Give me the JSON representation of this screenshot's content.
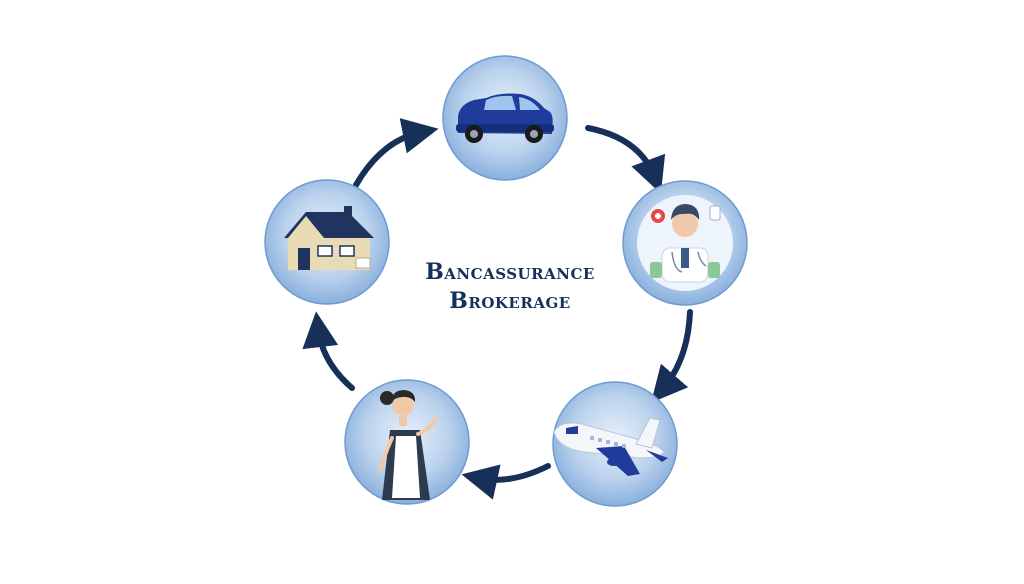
{
  "diagram": {
    "title_line1": "Bancassurance",
    "title_line2": "Brokerage",
    "nodes": [
      {
        "id": "car",
        "icon": "car-icon"
      },
      {
        "id": "health",
        "icon": "doctor-icon"
      },
      {
        "id": "travel",
        "icon": "airplane-icon"
      },
      {
        "id": "domestic-help",
        "icon": "maid-icon"
      },
      {
        "id": "home",
        "icon": "house-icon"
      }
    ],
    "flow": "clockwise",
    "colors": {
      "circle_light": "#cfe0f3",
      "circle_dark": "#7aa6da",
      "arrow": "#16305a",
      "title": "#16305a"
    }
  }
}
